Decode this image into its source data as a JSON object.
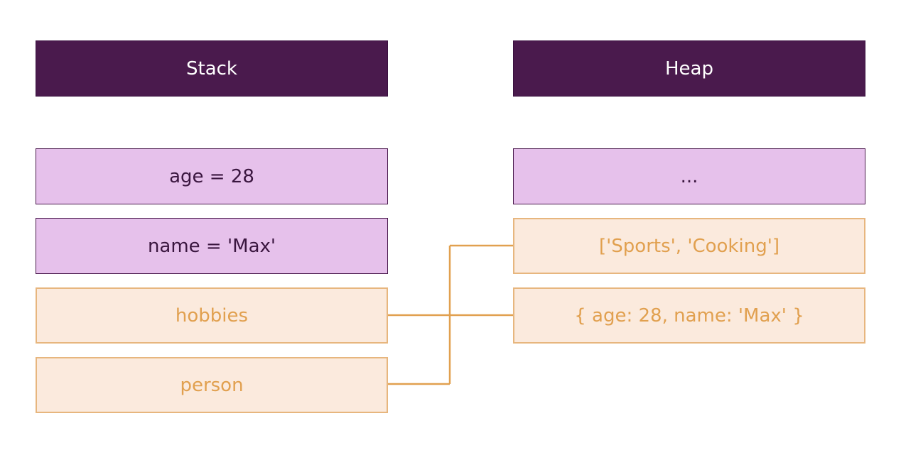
{
  "stack": {
    "title": "Stack",
    "items": [
      "age = 28",
      "name = 'Max'",
      "hobbies",
      "person"
    ]
  },
  "heap": {
    "title": "Heap",
    "items": [
      "...",
      "['Sports', 'Cooking']",
      "{ age: 28, name: 'Max' }"
    ]
  },
  "colors": {
    "header_bg": "#4a1a4d",
    "primitive_bg": "#e6c1eb",
    "reference_bg": "#fbeadd",
    "reference_text": "#e1a04f"
  }
}
